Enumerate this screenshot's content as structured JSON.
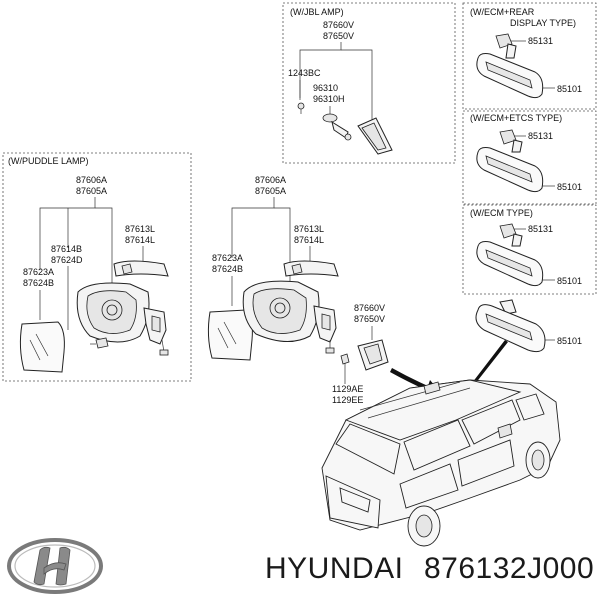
{
  "brand": {
    "name": "HYUNDAI",
    "part_number": "876132J000"
  },
  "jbl_box": {
    "title": "(W/JBL AMP)",
    "labels": [
      "87660V",
      "87650V",
      "1243BC",
      "96310",
      "96310H"
    ]
  },
  "ecm_rear_box": {
    "title_line1": "(W/ECM+REAR",
    "title_line2": "DISPLAY TYPE)",
    "labels": [
      "85131",
      "85101"
    ]
  },
  "ecm_etcs_box": {
    "title": "(W/ECM+ETCS TYPE)",
    "labels": [
      "85131",
      "85101"
    ]
  },
  "ecm_box": {
    "title": "(W/ECM TYPE)",
    "labels": [
      "85131",
      "85101"
    ]
  },
  "puddle_box": {
    "title": "(W/PUDDLE LAMP)",
    "labels": [
      "87606A",
      "87605A",
      "87614B",
      "87624D",
      "87613L",
      "87614L",
      "87623A",
      "87624B"
    ]
  },
  "main_mirror": {
    "labels": [
      "87606A",
      "87605A",
      "87613L",
      "87614L",
      "87623A",
      "87624B",
      "87660V",
      "87650V",
      "1129AE",
      "1129EE"
    ]
  },
  "inside_mirror": {
    "label": "85101"
  }
}
